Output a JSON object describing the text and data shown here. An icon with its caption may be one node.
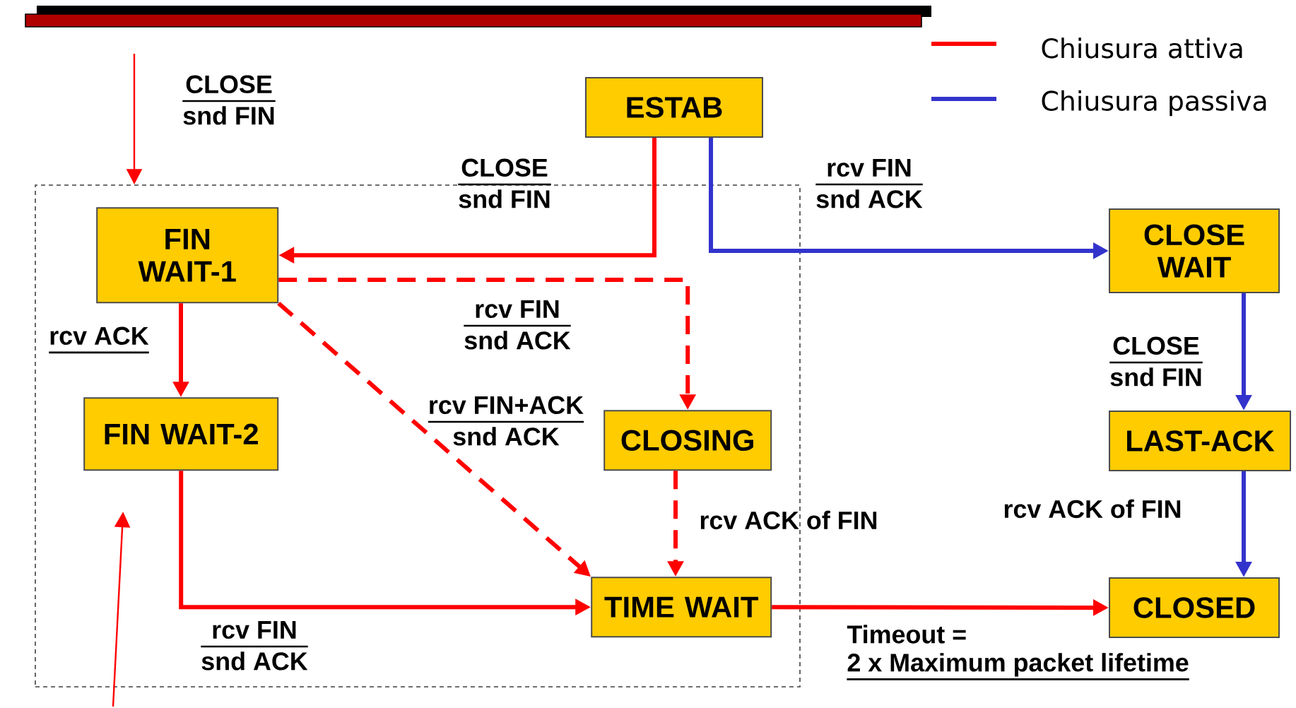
{
  "diagram": {
    "nodes": [
      {
        "text": [
          "ESTAB"
        ]
      },
      {
        "text": [],
        "shape": "box"
      },
      {
        "text": [
          "FIN WAIT-1"
        ],
        "in": 1
      },
      {
        "text": [
          "FIN WAIT-2"
        ],
        "in": 1
      },
      {
        "text": [
          "CLOSING"
        ],
        "in": 1
      },
      {
        "text": [
          "TIME WAIT"
        ],
        "in": 1
      },
      {
        "text": [
          "CLOSE WAIT"
        ]
      },
      {
        "text": [
          "LAST-ACK"
        ]
      },
      {
        "text": [
          "CLOSED"
        ]
      }
    ],
    "edges": [
      {
        "from": null,
        "to": 1,
        "arrow": "to",
        "label": [
          "CLOSE",
          "snd FIN"
        ]
      },
      {
        "from": 0,
        "to": 2,
        "arrow": "to",
        "label": [
          "CLOSE",
          "snd FIN"
        ]
      },
      {
        "from": 0,
        "to": 6,
        "arrow": "to",
        "label": [
          "rcv FIN",
          "snd ACK"
        ],
        "color": "#3333cc"
      },
      {
        "from": 2,
        "to": 3,
        "arrow": "to",
        "label": [
          "rcv ACK"
        ]
      },
      {
        "from": 2,
        "to": 4,
        "arrow": "to",
        "label": [
          "rcv FIN",
          "snd ACK"
        ],
        "style": "dashed"
      },
      {
        "from": 2,
        "to": 5,
        "arrow": "to",
        "label": [
          "rcv FIN+ACK",
          "snd ACK"
        ],
        "style": "dashed"
      },
      {
        "from": 3,
        "to": 5,
        "arrow": "to",
        "label": [
          "rcv FIN",
          "snd ACK"
        ]
      },
      {
        "from": 4,
        "to": 5,
        "arrow": "to",
        "label": "rcv ACK of FIN",
        "style": "dashed"
      },
      {
        "from": 5,
        "to": 8,
        "arrow": "to",
        "label": [
          "Timeout =",
          "2 x Maximum packet lifetime"
        ]
      },
      {
        "from": 6,
        "to": 7,
        "arrow": "to",
        "label": [
          "CLOSE",
          "snd FIN"
        ],
        "color": "#3333cc"
      },
      {
        "from": 7,
        "to": 8,
        "arrow": "to",
        "label": "rcv ACK of FIN",
        "color": "#3333cc"
      },
      {
        "from": null,
        "to": 3,
        "arrow": "to"
      }
    ],
    "legend": [
      {
        "text": "Chiusura attiva"
      },
      {
        "text": "Chiusura passiva"
      }
    ]
  }
}
